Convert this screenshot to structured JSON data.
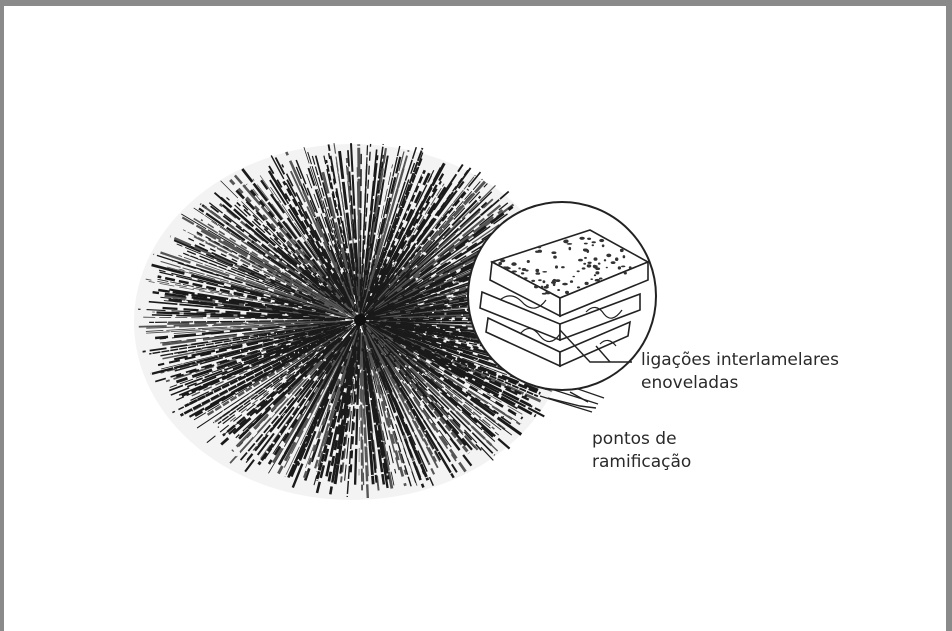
{
  "labels": {
    "interlamellar_line1": "ligações interlamelares",
    "interlamellar_line2": "enoveladas",
    "branch_line1": "pontos de",
    "branch_line2": "ramificação"
  },
  "colors": {
    "frame": "#8a8a8a",
    "ink": "#2a2a2a",
    "background": "#ffffff"
  }
}
